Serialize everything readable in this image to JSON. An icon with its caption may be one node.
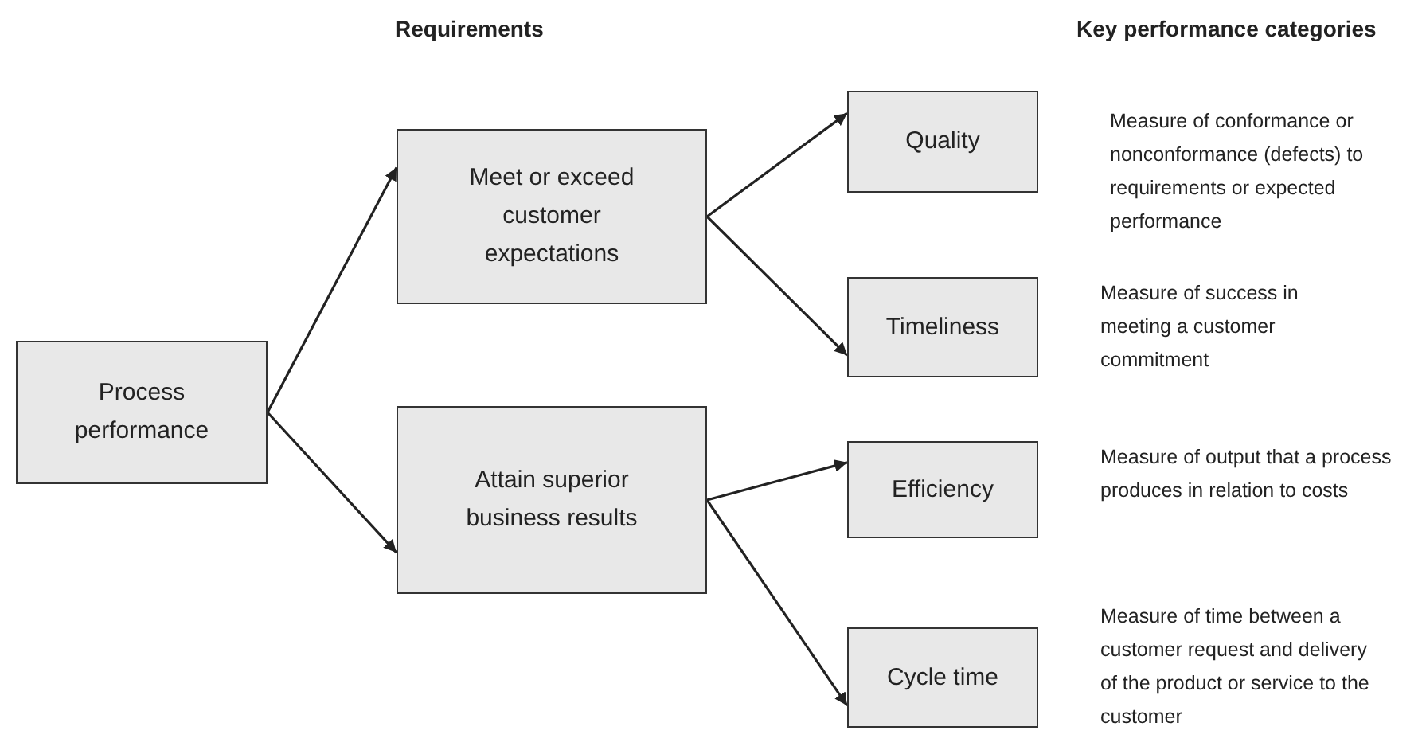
{
  "diagram": {
    "nodes": [
      {
        "text": [
          "Process performance"
        ]
      },
      {
        "text": [
          "Meet or exceed customer expectations"
        ]
      },
      {
        "text": [
          "Attain superior business results"
        ]
      },
      {
        "text": [
          "Quality"
        ],
        "beside": [
          "Measure of conformance or nonconformance (defects) to requirements or expected performance"
        ]
      },
      {
        "text": [
          "Timeliness"
        ],
        "beside": [
          "Measure of success in meeting a customer commitment"
        ]
      },
      {
        "text": [
          "Efficiency"
        ],
        "beside": [
          "Measure of output that a process produces in relation to costs"
        ]
      },
      {
        "text": [
          "Cycle time"
        ],
        "beside": [
          "Measure of time between a customer request and delivery of the product or service to the customer"
        ]
      }
    ],
    "edges": [
      {
        "from": 0,
        "to": 1,
        "arrow": "to"
      },
      {
        "from": 0,
        "to": 2,
        "arrow": "to"
      },
      {
        "from": 1,
        "to": 3,
        "arrow": "to"
      },
      {
        "from": 1,
        "to": 4,
        "arrow": "to"
      },
      {
        "from": 2,
        "to": 5,
        "arrow": "to"
      },
      {
        "from": 2,
        "to": 6,
        "arrow": "to"
      }
    ],
    "labels": [
      "Requirements",
      "Key performance categories"
    ]
  }
}
